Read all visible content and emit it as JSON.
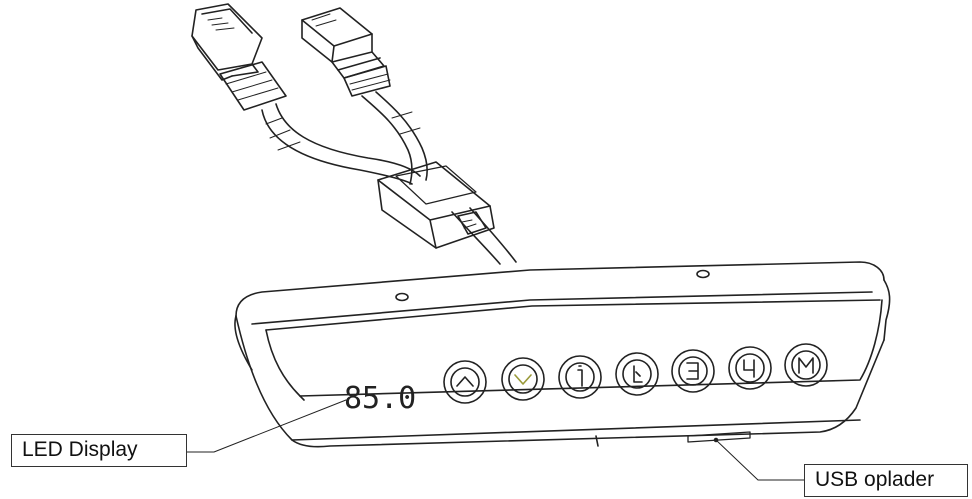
{
  "display": {
    "reading": "85.0"
  },
  "keypad": {
    "buttons": [
      {
        "name": "up",
        "icon": "chevron-up-icon",
        "glyph": "^"
      },
      {
        "name": "down",
        "icon": "chevron-down-icon",
        "glyph": "v"
      },
      {
        "name": "preset-1",
        "icon": "preset-1-icon",
        "glyph": "1"
      },
      {
        "name": "preset-2",
        "icon": "preset-2-icon",
        "glyph": "2"
      },
      {
        "name": "preset-3",
        "icon": "preset-3-icon",
        "glyph": "3"
      },
      {
        "name": "preset-4",
        "icon": "preset-4-icon",
        "glyph": "4"
      },
      {
        "name": "memory",
        "icon": "memory-icon",
        "glyph": "M"
      }
    ]
  },
  "callouts": {
    "led_display": "LED Display",
    "usb_charger": "USB oplader"
  },
  "colors": {
    "line": "#222222",
    "down_arrow": "#9a9a3a",
    "background": "#ffffff"
  }
}
